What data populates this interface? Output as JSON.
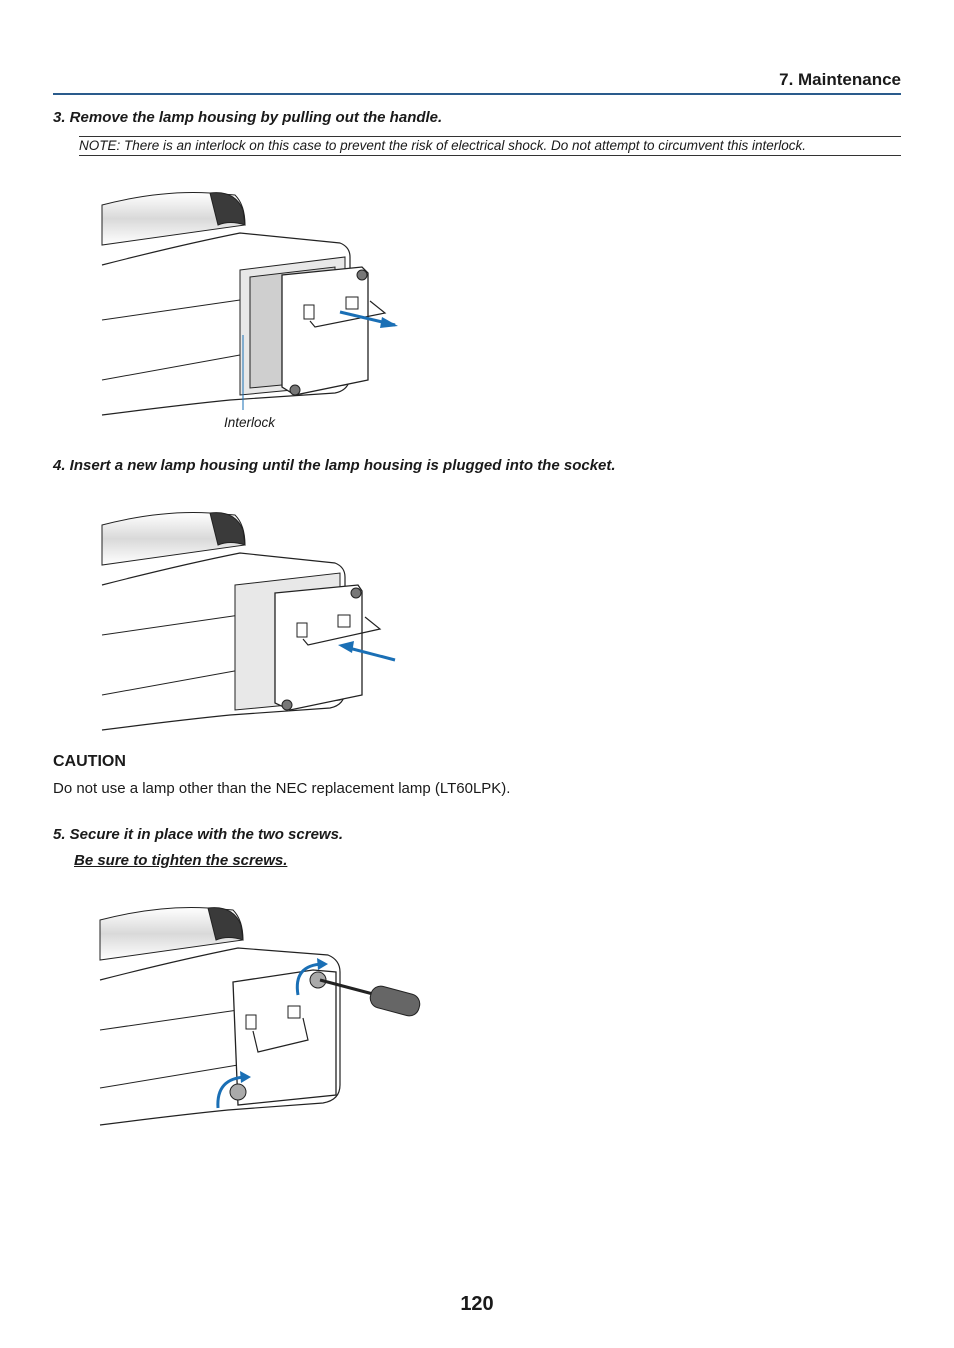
{
  "header": {
    "section_title": "7. Maintenance"
  },
  "steps": [
    {
      "text": "3.  Remove the lamp housing by pulling out the handle.",
      "note": "NOTE: There is an interlock on this case to prevent the risk of electrical shock. Do not attempt to circumvent this interlock.",
      "figure_label": "Interlock"
    },
    {
      "text": "4.  Insert a new lamp housing until the lamp housing is plugged into the socket."
    },
    {
      "text": "5.  Secure it in place with the two screws.",
      "subtext": "Be sure to tighten the screws."
    }
  ],
  "caution": {
    "title": "CAUTION",
    "text": "Do not use a lamp other than the NEC replacement lamp (LT60LPK)."
  },
  "page_number": "120",
  "colors": {
    "accent": "#2a5b8c",
    "arrow": "#1a6fb5"
  }
}
